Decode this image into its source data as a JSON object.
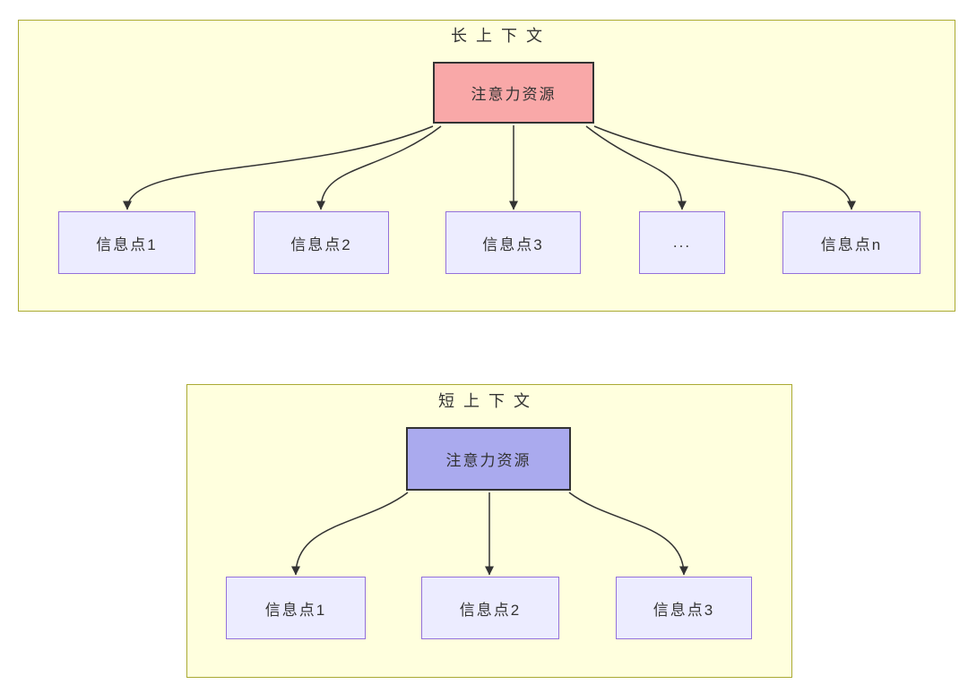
{
  "diagram": {
    "type": "flowchart",
    "colors": {
      "container_fill": "#FFFFDE",
      "container_border": "#AAAA33",
      "info_node_fill": "#ECECFF",
      "info_node_border": "#9370DB",
      "attention_long_fill": "#F9A8A8",
      "attention_short_fill": "#AAAAEE",
      "attention_border": "#333333",
      "edge_color": "#333333",
      "text_color": "#333333"
    },
    "long_context": {
      "title": "长上下文",
      "attention_label": "注意力资源",
      "children": [
        "信息点1",
        "信息点2",
        "信息点3",
        "...",
        "信息点n"
      ]
    },
    "short_context": {
      "title": "短上下文",
      "attention_label": "注意力资源",
      "children": [
        "信息点1",
        "信息点2",
        "信息点3"
      ]
    }
  }
}
